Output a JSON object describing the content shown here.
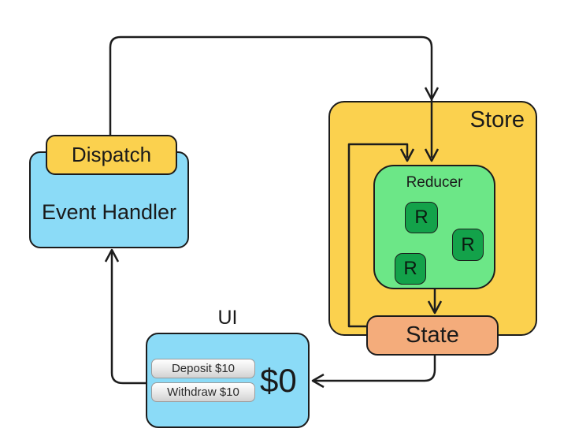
{
  "diagram": {
    "dispatch": {
      "label": "Dispatch"
    },
    "event_handler": {
      "label": "Event Handler"
    },
    "store": {
      "label": "Store"
    },
    "reducer": {
      "label": "Reducer",
      "modules": [
        "R",
        "R",
        "R"
      ]
    },
    "state": {
      "label": "State"
    },
    "ui": {
      "label": "UI",
      "deposit_button": "Deposit $10",
      "withdraw_button": "Withdraw $10",
      "balance": "$0"
    },
    "colors": {
      "store_fill": "#fbd14e",
      "dispatch_fill": "#fbd14e",
      "event_handler_fill": "#8bdbf7",
      "ui_fill": "#8bdbf7",
      "reducer_fill": "#6ce787",
      "module_fill": "#13a24a",
      "state_fill": "#f4ac7b",
      "line": "#1c1c1c",
      "background": "#ffffff"
    }
  }
}
